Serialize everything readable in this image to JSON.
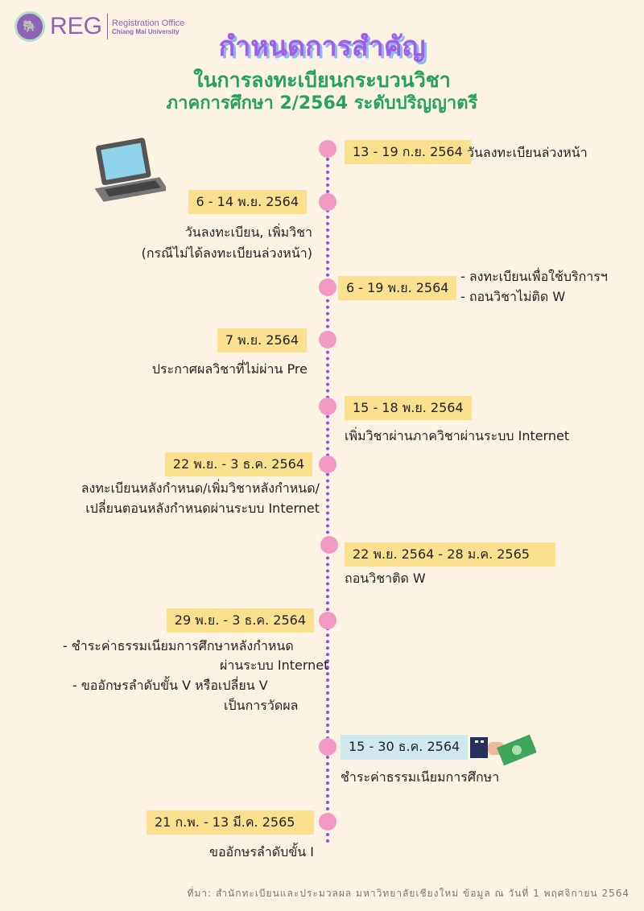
{
  "header": {
    "logo_text": "REG",
    "logo_sub1": "Registration Office",
    "logo_sub2": "Chiang Mai University",
    "title": "กำหนดการสำคัญ",
    "subtitle1": "ในการลงทะเบียนกระบวนวิชา",
    "subtitle2": "ภาคการศึกษา 2/2564 ระดับปริญญาตรี"
  },
  "events": [
    {
      "date": "13 - 19 ก.ย. 2564",
      "lines": [
        "วันลงทะเบียนล่วงหน้า"
      ]
    },
    {
      "date": "6 - 14 พ.ย. 2564",
      "lines": [
        "วันลงทะเบียน, เพิ่มวิชา",
        "(กรณีไม่ได้ลงทะเบียนล่วงหน้า)"
      ]
    },
    {
      "date": "6 - 19 พ.ย. 2564",
      "lines": [
        "- ลงทะเบียนเพื่อใช้บริการฯ",
        "- ถอนวิชาไม่ติด W"
      ]
    },
    {
      "date": "7 พ.ย. 2564",
      "lines": [
        "ประกาศผลวิชาที่ไม่ผ่าน Pre"
      ]
    },
    {
      "date": "15 - 18 พ.ย. 2564",
      "lines": [
        "เพิ่มวิชาผ่านภาควิชาผ่านระบบ Internet"
      ]
    },
    {
      "date": "22 พ.ย. - 3 ธ.ค. 2564",
      "lines": [
        "ลงทะเบียนหลังกำหนด/เพิ่มวิชาหลังกำหนด/",
        "เปลี่ยนตอนหลังกำหนดผ่านระบบ Internet"
      ]
    },
    {
      "date": "22 พ.ย. 2564 - 28 ม.ค. 2565",
      "lines": [
        "ถอนวิชาติด W"
      ]
    },
    {
      "date": "29 พ.ย. - 3 ธ.ค. 2564",
      "lines": [
        "- ชำระค่าธรรมเนียมการศึกษาหลังกำหนด",
        "ผ่านระบบ Internet",
        "- ขออักษรลำดับขั้น V หรือเปลี่ยน V",
        "เป็นการวัดผล"
      ]
    },
    {
      "date": "15 - 30 ธ.ค. 2564",
      "lines": [
        "ชำระค่าธรรมเนียมการศึกษา"
      ]
    },
    {
      "date": "21 ก.พ. - 13 มี.ค. 2565",
      "lines": [
        "ขออักษรลำดับขั้น I"
      ]
    }
  ],
  "footer": "ที่มา: สำนักทะเบียนและประมวลผล มหาวิทยาลัยเชียงใหม่ ข้อมูล ณ วันที่ 1 พฤศจิกายน 2564",
  "colors": {
    "background": "#fdf3e5",
    "title": "#a15ee6",
    "subtitle": "#27a25a",
    "date_box": "#fbe08f",
    "date_box_alt": "#cfe9ef",
    "dot": "#f29ac4",
    "line": "#8b52e8"
  }
}
